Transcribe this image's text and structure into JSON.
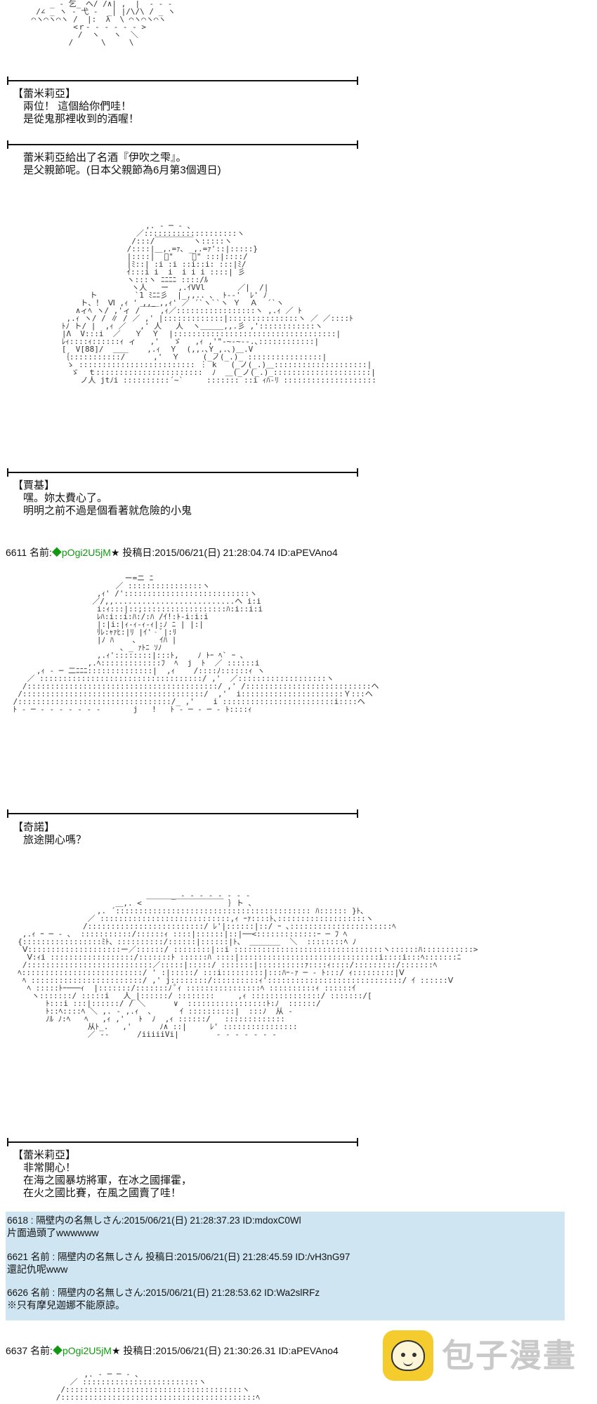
{
  "blocks": [
    {
      "speaker": "【蕾米莉亞】",
      "lines": [
        "兩位！ 這個給你們哇！",
        "是從鬼那裡收到的酒喔！"
      ]
    },
    {
      "lines": [
        "蕾米莉亞給出了名酒『伊吹之雫』。",
        "是父親節呢。(日本父親節為6月第3個週日)"
      ]
    },
    {
      "speaker": "【賈基】",
      "lines": [
        "嘿。妳太費心了。",
        "明明之前不過是個看著就危險的小鬼"
      ]
    },
    {
      "speaker": "【奇諾】",
      "lines": [
        "旅途開心嗎？"
      ]
    },
    {
      "speaker": "【蕾米莉亞】",
      "lines": [
        "非常開心！",
        "在海之國暴坊將軍，在冰之國揮霍，",
        "在火之國比賽，在風之國賣了哇！"
      ]
    }
  ],
  "posts": [
    {
      "number": "6611",
      "name_label": "名前:",
      "diamond": "◆",
      "trip": "pOgi2U5jM",
      "star": "★",
      "date_label": "投稿日:",
      "date": "2015/06/21(日) 21:28:04.74",
      "id": "ID:aPEVAno4"
    },
    {
      "number": "6637",
      "name_label": "名前:",
      "diamond": "◆",
      "trip": "pOgi2U5jM",
      "star": "★",
      "date_label": "投稿日:",
      "date": "2015/06/21(日) 21:30:26.31",
      "id": "ID:aPEVAno4"
    }
  ],
  "comments": [
    {
      "header": "6618 : 隔壁内の名無しさん:2015/06/21(日) 21:28:37.23 ID:mdoxC0Wl",
      "body": "片面過頭了wwwwww"
    },
    {
      "header": "6621 名前 : 隔壁内の名無しさん 投稿日:2015/06/21(日) 21:28:45.59 ID:/vH3nG97",
      "body": "還記仇呢www"
    },
    {
      "header": "6626 名前 : 隔壁内の名無しさん:2015/06/21(日) 21:28:53.62 ID:Wa2slRFz",
      "body": "※只有摩兒迦娜不能原諒。"
    }
  ],
  "watermark": {
    "text": "包子漫畫",
    "icon": "bun-mascot-icon"
  },
  "colors": {
    "trip": "#119911",
    "comment_bg": "#cfe6f2",
    "watermark_text": "#c9c9c9",
    "watermark_badge": "#f4cc2e"
  }
}
